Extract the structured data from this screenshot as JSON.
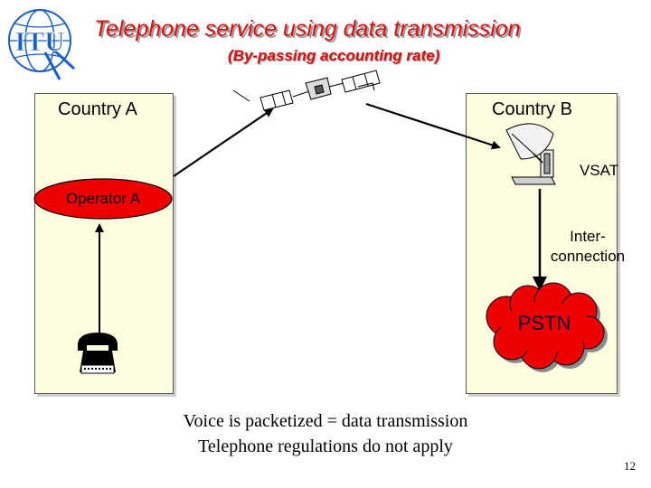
{
  "header": {
    "logo_text": "ITU",
    "title": "Telephone service using data transmission",
    "subtitle": "(By-passing accounting rate)"
  },
  "diagram": {
    "country_a": "Country A",
    "country_b": "Country B",
    "operator": "Operator A",
    "vsat": "VSAT",
    "interconnection_line1": "Inter-",
    "interconnection_line2": "connection",
    "pstn": "PSTN"
  },
  "caption": {
    "line1": "Voice is packetized = data transmission",
    "line2": "Telephone regulations do not apply"
  },
  "page_number": "12",
  "colors": {
    "title": "#d81010",
    "operator_fill": "#ee0000",
    "pstn_fill": "#ee0000",
    "panel_fill": "#fffde0",
    "logo": "#1a5fc8"
  },
  "icons": [
    "itu-logo-icon",
    "satellite-icon",
    "vsat-dish-icon",
    "telephone-icon"
  ]
}
